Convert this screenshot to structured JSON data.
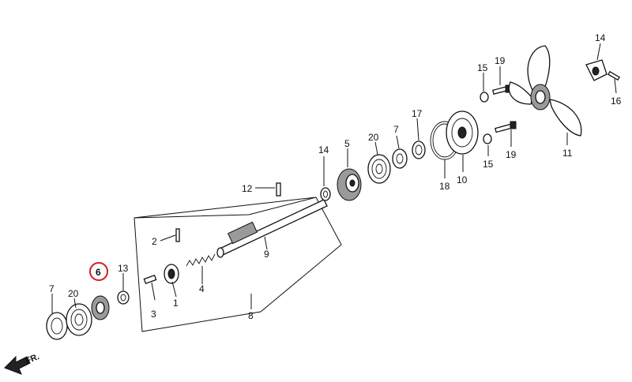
{
  "diagram": {
    "highlighted_part": "6",
    "direction_label": "FR.",
    "parts": [
      {
        "id": "p1",
        "label": "1"
      },
      {
        "id": "p2",
        "label": "2"
      },
      {
        "id": "p3",
        "label": "3"
      },
      {
        "id": "p4",
        "label": "4"
      },
      {
        "id": "p5",
        "label": "5"
      },
      {
        "id": "p6",
        "label": "6"
      },
      {
        "id": "p7a",
        "label": "7"
      },
      {
        "id": "p7b",
        "label": "7"
      },
      {
        "id": "p8",
        "label": "8"
      },
      {
        "id": "p9",
        "label": "9"
      },
      {
        "id": "p10",
        "label": "10"
      },
      {
        "id": "p11",
        "label": "11"
      },
      {
        "id": "p12",
        "label": "12"
      },
      {
        "id": "p13",
        "label": "13"
      },
      {
        "id": "p14a",
        "label": "14"
      },
      {
        "id": "p14b",
        "label": "14"
      },
      {
        "id": "p15a",
        "label": "15"
      },
      {
        "id": "p15b",
        "label": "15"
      },
      {
        "id": "p16",
        "label": "16"
      },
      {
        "id": "p17",
        "label": "17"
      },
      {
        "id": "p18",
        "label": "18"
      },
      {
        "id": "p19a",
        "label": "19"
      },
      {
        "id": "p19b",
        "label": "19"
      },
      {
        "id": "p20a",
        "label": "20"
      },
      {
        "id": "p20b",
        "label": "20"
      }
    ]
  }
}
